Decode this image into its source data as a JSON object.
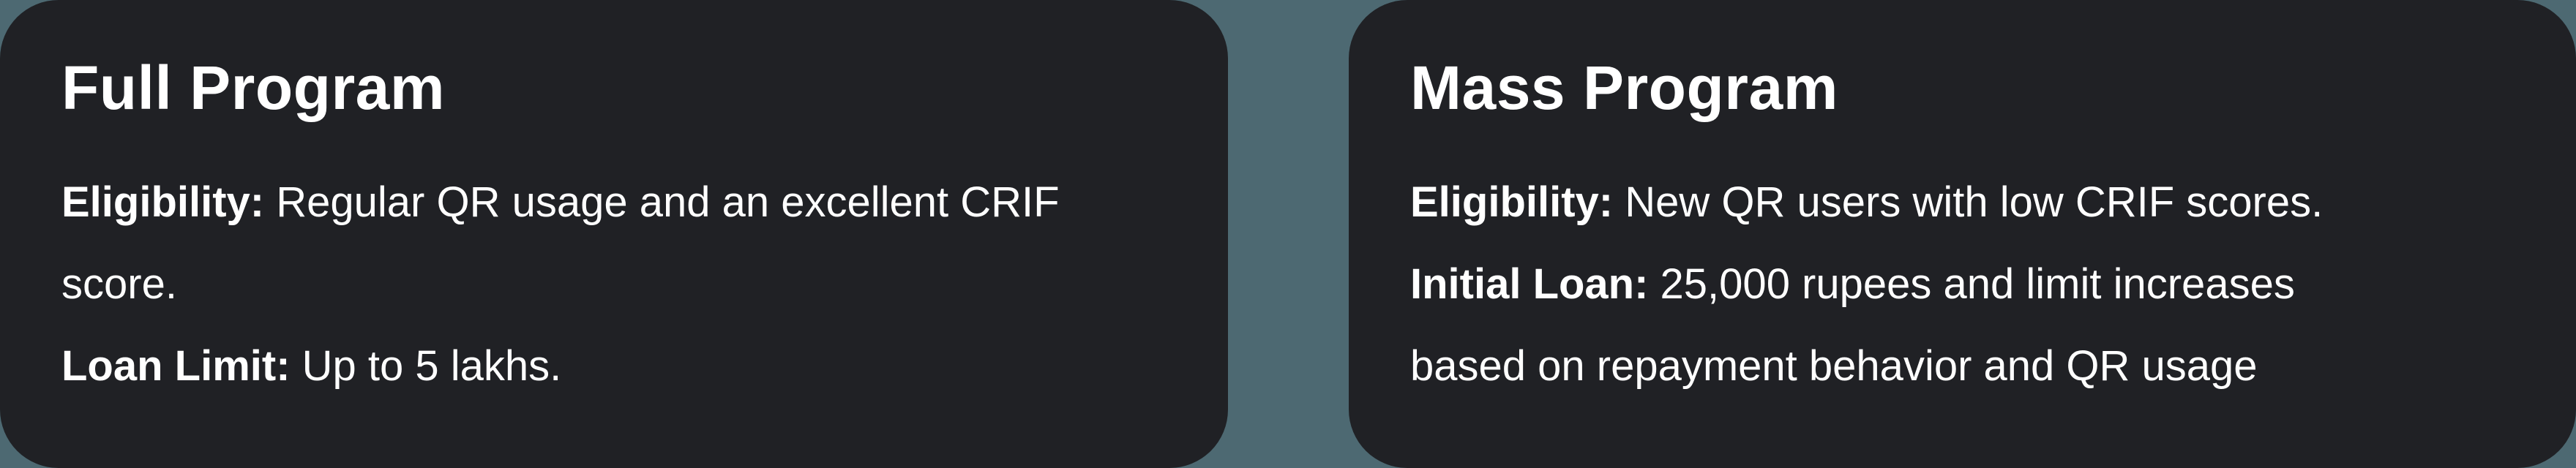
{
  "colors": {
    "background": "#4d6972",
    "card": "#202125",
    "text": "#ffffff"
  },
  "cards": [
    {
      "title": "Full Program",
      "lines": [
        {
          "runs": [
            {
              "bold": true,
              "text": "Eligibility: "
            },
            {
              "bold": false,
              "text": "Regular QR usage and an excellent CRIF"
            }
          ]
        },
        {
          "runs": [
            {
              "bold": false,
              "text": "score."
            }
          ]
        },
        {
          "runs": [
            {
              "bold": true,
              "text": "Loan Limit: "
            },
            {
              "bold": false,
              "text": "Up to 5 lakhs."
            }
          ]
        }
      ]
    },
    {
      "title": "Mass Program",
      "lines": [
        {
          "runs": [
            {
              "bold": true,
              "text": "Eligibility: "
            },
            {
              "bold": false,
              "text": "New QR users with low CRIF scores."
            }
          ]
        },
        {
          "runs": [
            {
              "bold": true,
              "text": "Initial Loan: "
            },
            {
              "bold": false,
              "text": "25,000 rupees and limit increases"
            }
          ]
        },
        {
          "runs": [
            {
              "bold": false,
              "text": "based on repayment behavior and QR usage"
            }
          ]
        }
      ]
    }
  ]
}
